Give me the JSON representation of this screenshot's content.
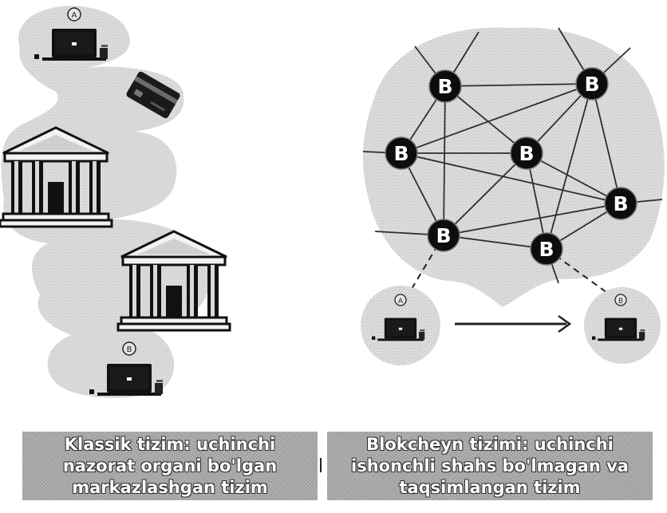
{
  "colors": {
    "blob": "#d9d9d9",
    "blob_edge": "#c4c4c4",
    "node": "#0d0d0d",
    "node_text": "#ffffff",
    "line": "#2e2e2e",
    "caption_bg": "#a8a8a8",
    "caption_text": "#ffffff"
  },
  "left": {
    "sender_label": "A",
    "receiver_label": "B",
    "caption": "Klassik tizim: uchinchi nazorat organi bo'lgan markazlashgan tizim"
  },
  "right": {
    "node_symbol": "B",
    "sender_label": "A",
    "receiver_label": "B",
    "caption": "Blokcheyn tizimi: uchinchi ishonchli shahs bo'lmagan va taqsimlangan tizim"
  }
}
